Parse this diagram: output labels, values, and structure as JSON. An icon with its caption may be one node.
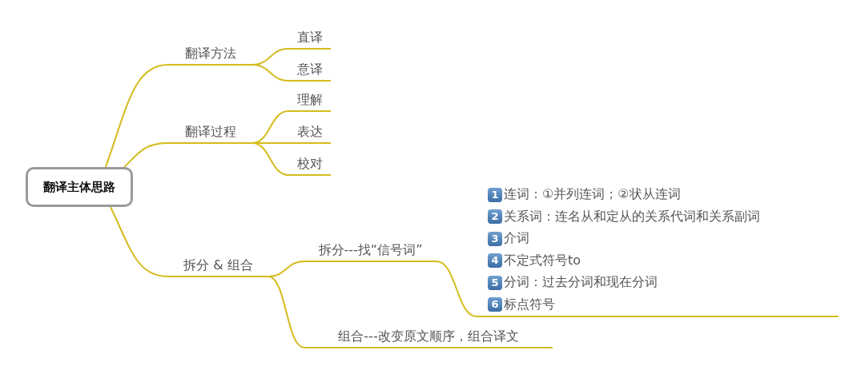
{
  "diagram": {
    "nodes": [
      {
        "text": [
          "翻译主体思路"
        ]
      },
      {
        "text": [
          "翻译方法"
        ]
      },
      {
        "text": [
          "直译"
        ]
      },
      {
        "text": [
          "意译"
        ]
      },
      {
        "text": [
          "翻译过程"
        ]
      },
      {
        "text": [
          "理解"
        ]
      },
      {
        "text": [
          "表达"
        ]
      },
      {
        "text": [
          "校对"
        ]
      },
      {
        "text": [
          "拆分 & 组合"
        ]
      },
      {
        "text": [
          "拆分---找“信号词”"
        ]
      },
      {
        "text": [
          "连词：①并列连词；②状从连词",
          "关系词：连名从和定从的关系代词和关系副词",
          "介词",
          "不定式符号to",
          "分词：过去分词和现在分词",
          "标点符号"
        ]
      },
      {
        "text": [
          "组合---改变原文顺序，组合译文"
        ]
      }
    ],
    "edges": [
      {
        "from": 0,
        "to": 1,
        "arrow": "none"
      },
      {
        "from": 1,
        "to": 2,
        "arrow": "none"
      },
      {
        "from": 1,
        "to": 3,
        "arrow": "none"
      },
      {
        "from": 0,
        "to": 4,
        "arrow": "none"
      },
      {
        "from": 4,
        "to": 5,
        "arrow": "none"
      },
      {
        "from": 4,
        "to": 6,
        "arrow": "none"
      },
      {
        "from": 4,
        "to": 7,
        "arrow": "none"
      },
      {
        "from": 0,
        "to": 8,
        "arrow": "none"
      },
      {
        "from": 8,
        "to": 9,
        "arrow": "none"
      },
      {
        "from": 9,
        "to": 10,
        "arrow": "none"
      },
      {
        "from": 8,
        "to": 11,
        "arrow": "none"
      }
    ],
    "labels": [
      "1",
      "2",
      "3",
      "4",
      "5",
      "6"
    ]
  }
}
